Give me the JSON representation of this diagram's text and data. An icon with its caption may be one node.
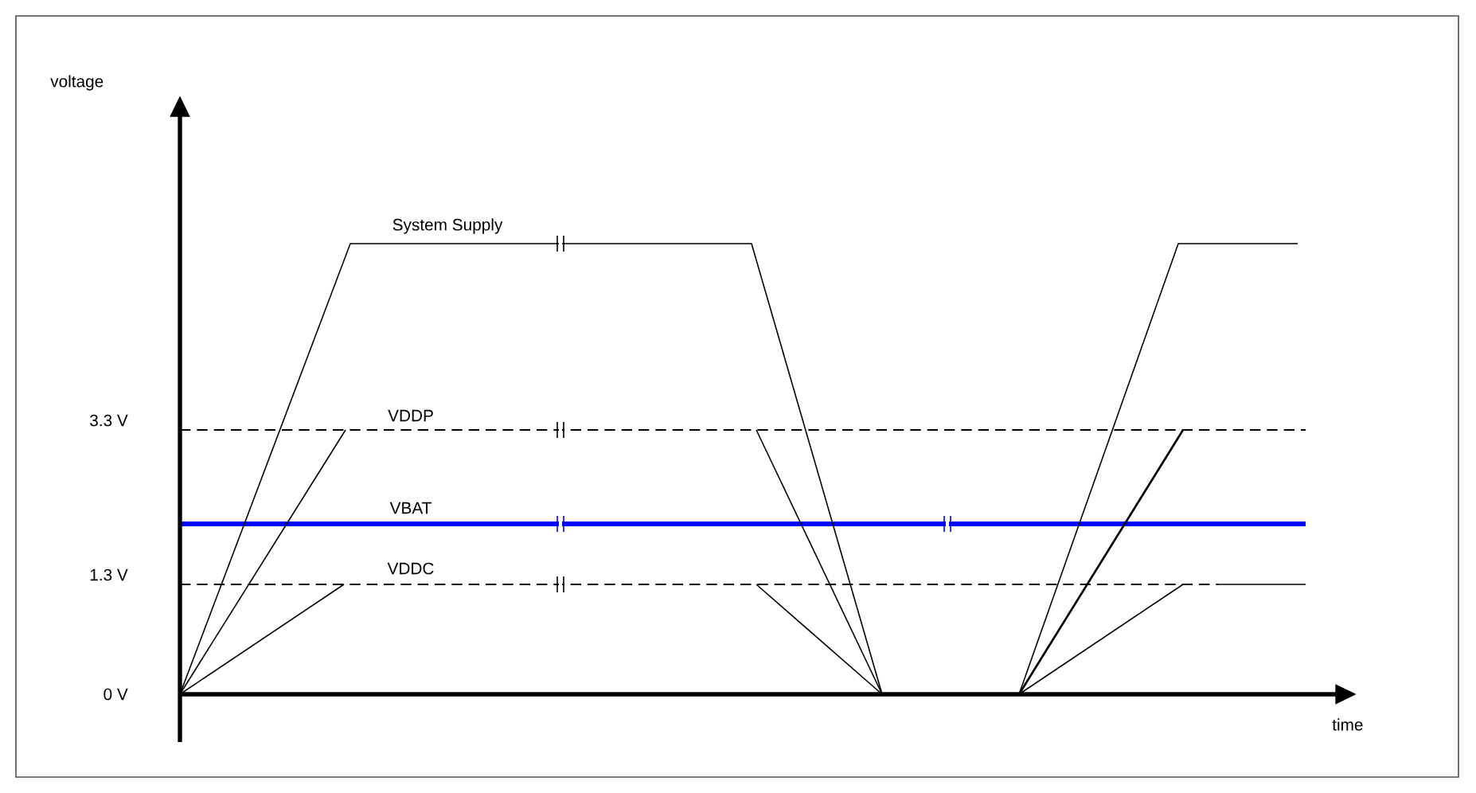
{
  "diagram": {
    "labels": [
      "voltage",
      "System Supply",
      "3.3 V",
      "VDDP",
      "VBAT",
      "1.3 V",
      "VDDC",
      "0 V",
      "time"
    ]
  }
}
